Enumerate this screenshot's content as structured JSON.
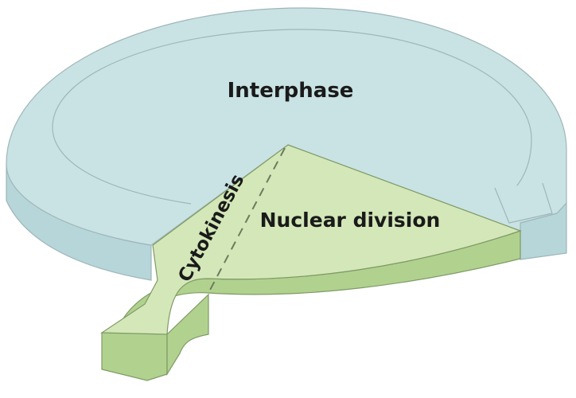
{
  "diagram": {
    "labels": {
      "interphase": "Interphase",
      "nuclear_division": "Nuclear division",
      "cytokinesis": "Cytokinesis"
    },
    "colors": {
      "interphase_top": "#c9e2e3",
      "interphase_side": "#b6d6d9",
      "interphase_stroke": "#9fb6b8",
      "mitosis_top": "#d3e7b8",
      "mitosis_side": "#b1d28e",
      "mitosis_stroke": "#7f9a66",
      "dashed_line": "#6b7b60"
    }
  }
}
